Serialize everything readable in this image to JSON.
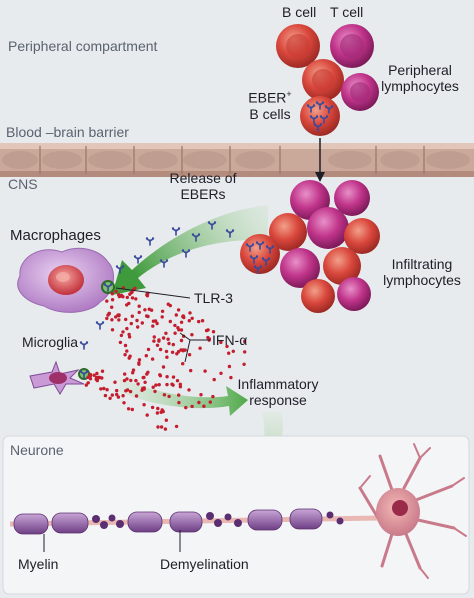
{
  "labels": {
    "peripheral_compartment": "Peripheral compartment",
    "b_cell": "B cell",
    "t_cell": "T cell",
    "peripheral_lymphocytes_1": "Peripheral",
    "peripheral_lymphocytes_2": "lymphocytes",
    "eber_b_cells_1": "EBER",
    "eber_b_cells_sup": "+",
    "eber_b_cells_2": "B cells",
    "bbb": "Blood –brain barrier",
    "cns": "CNS",
    "release_1": "Release of",
    "release_2": "EBERs",
    "macrophages": "Macrophages",
    "tlr3": "TLR-3",
    "infiltrating_1": "Infiltrating",
    "infiltrating_2": "lymphocytes",
    "microglia": "Microglia",
    "ifn": "IFN-α",
    "inflammatory_1": "Inflammatory",
    "inflammatory_2": "response",
    "neurone": "Neurone",
    "myelin": "Myelin",
    "demyelination": "Demyelination"
  },
  "colors": {
    "background": "#e8ebee",
    "barrier": "#c4a394",
    "b_cell": "#d9473c",
    "t_cell": "#c0348a",
    "macrophage": "#c99ad6",
    "eber": "#3a4a9c",
    "ifn_dots": "#c41e2e",
    "arrow": "#5fae58",
    "myelin": "#8a5a9e"
  }
}
